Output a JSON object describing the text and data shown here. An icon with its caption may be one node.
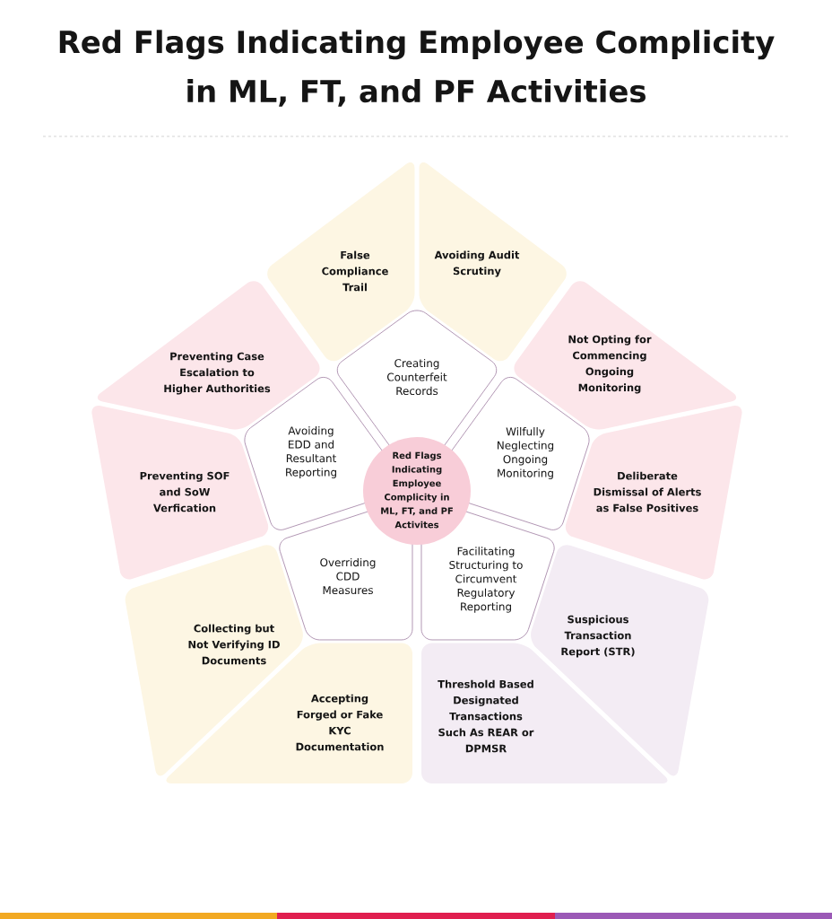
{
  "diagram": {
    "title": "Red Flags Indicating Employee Complicity in ML, FT, and PF Activities",
    "nodes": [
      {
        "text": [
          "Red Flags Indicating Employee Complicity in ML, FT, and PF Activites"
        ]
      },
      {
        "text": [
          "Creating Counterfeit Records"
        ]
      },
      {
        "text": [
          "Wilfully Neglecting Ongoing Monitoring"
        ]
      },
      {
        "text": [
          "Facilitating Structuring to Circumvent Regulatory Reporting"
        ]
      },
      {
        "text": [
          "Overriding CDD Measures"
        ]
      },
      {
        "text": [
          "Avoiding EDD and Resultant Reporting"
        ]
      },
      {
        "text": [
          "False Compliance Trail"
        ]
      },
      {
        "text": [
          "Avoiding Audit Scrutiny"
        ]
      },
      {
        "text": [
          "Not Opting for Commencing Ongoing Monitoring"
        ]
      },
      {
        "text": [
          "Deliberate Dismissal of Alerts as False Positives"
        ]
      },
      {
        "text": [
          "Suspicious Transaction Report (STR)"
        ]
      },
      {
        "text": [
          "Threshold Based Designated Transactions Such As REAR or DPMSR"
        ]
      },
      {
        "text": [
          "Accepting Forged or Fake KYC Documentation"
        ]
      },
      {
        "text": [
          "Collecting but Not Verifying ID Documents"
        ]
      },
      {
        "text": [
          "Preventing SOF and SoW Verfication"
        ]
      },
      {
        "text": [
          "Preventing Case Escalation to Higher Authorities"
        ]
      }
    ]
  }
}
